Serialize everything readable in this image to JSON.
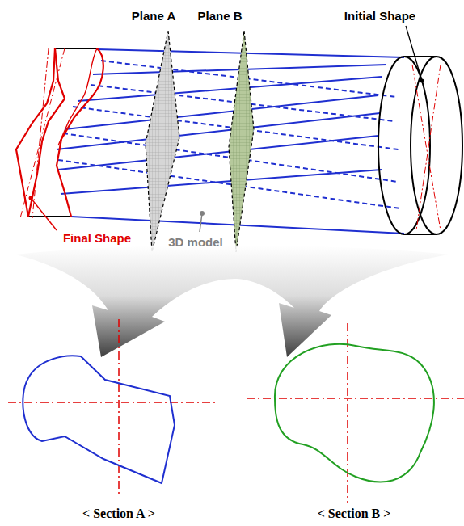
{
  "diagram": {
    "labels": [
      "Plane A",
      "Plane B",
      "Initial Shape",
      "Final Shape",
      "3D model",
      "< Section A >",
      "< Section B >"
    ]
  }
}
